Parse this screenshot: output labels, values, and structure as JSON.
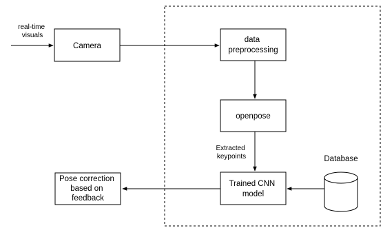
{
  "input_label": [
    "real-time",
    "visuals"
  ],
  "nodes": {
    "camera": [
      "Camera"
    ],
    "preprocessing": [
      "data",
      "preprocessing"
    ],
    "openpose": [
      "openpose"
    ],
    "cnn": [
      "Trained CNN",
      "model"
    ],
    "output": [
      "Pose correction",
      "based on",
      "feedback"
    ],
    "database": [
      "Database"
    ]
  },
  "edge_label": [
    "Extracted",
    "keypoints"
  ]
}
